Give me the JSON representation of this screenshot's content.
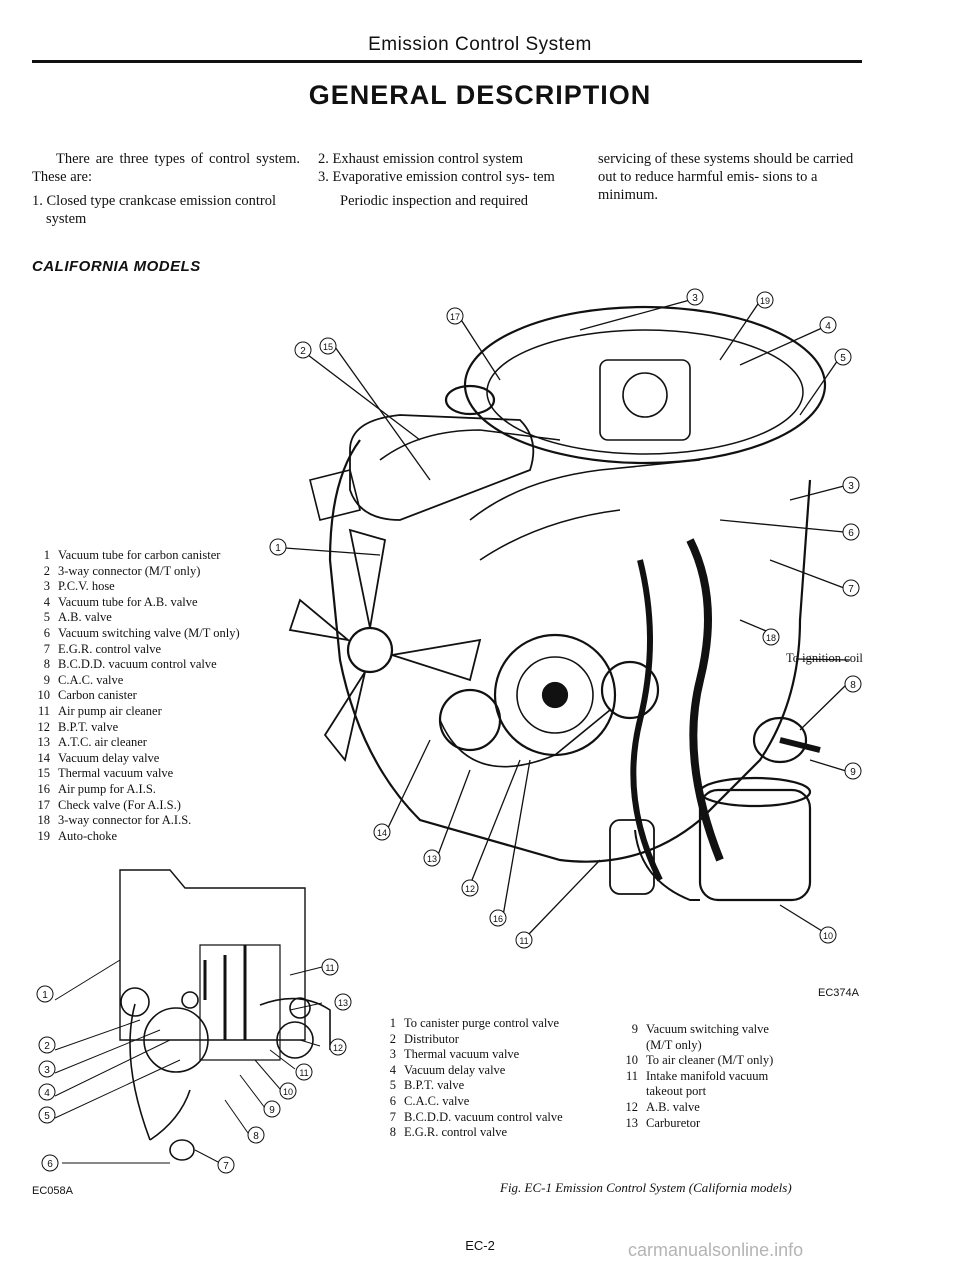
{
  "header": {
    "title": "Emission Control System"
  },
  "section_title": "GENERAL DESCRIPTION",
  "intro": {
    "col1": {
      "p1": "There are three types of control system. These are:",
      "item1": "1. Closed type crankcase emission control system"
    },
    "col2": {
      "item2": "2. Exhaust emission control system",
      "item3": "3. Evaporative emission control sys- tem",
      "p2": "Periodic inspection and required"
    },
    "col3": {
      "p3": "servicing of these systems should be carried out to reduce harmful emis- sions to a minimum."
    }
  },
  "subheading": "CALIFORNIA MODELS",
  "main_legend": [
    {
      "n": "1",
      "label": "Vacuum tube for carbon canister"
    },
    {
      "n": "2",
      "label": "3-way connector (M/T only)"
    },
    {
      "n": "3",
      "label": "P.C.V. hose"
    },
    {
      "n": "4",
      "label": "Vacuum tube for A.B. valve"
    },
    {
      "n": "5",
      "label": "A.B. valve"
    },
    {
      "n": "6",
      "label": "Vacuum switching valve (M/T only)"
    },
    {
      "n": "7",
      "label": "E.G.R. control valve"
    },
    {
      "n": "8",
      "label": "B.C.D.D. vacuum control valve"
    },
    {
      "n": "9",
      "label": "C.A.C. valve"
    },
    {
      "n": "10",
      "label": "Carbon canister"
    },
    {
      "n": "11",
      "label": "Air pump air cleaner"
    },
    {
      "n": "12",
      "label": "B.P.T. valve"
    },
    {
      "n": "13",
      "label": "A.T.C. air cleaner"
    },
    {
      "n": "14",
      "label": "Vacuum delay valve"
    },
    {
      "n": "15",
      "label": "Thermal vacuum valve"
    },
    {
      "n": "16",
      "label": "Air pump for A.I.S."
    },
    {
      "n": "17",
      "label": "Check valve (For A.I.S.)"
    },
    {
      "n": "18",
      "label": "3-way connector for A.I.S."
    },
    {
      "n": "19",
      "label": "Auto-choke"
    }
  ],
  "engine_callouts": {
    "n1": "1",
    "n2": "2",
    "n3": "3",
    "n4": "4",
    "n5": "5",
    "n6": "6",
    "n7": "7",
    "n8": "8",
    "n9": "9",
    "n10": "10",
    "n11": "11",
    "n12": "12",
    "n13": "13",
    "n14": "14",
    "n15": "15",
    "n16": "16",
    "n17": "17",
    "n18": "18",
    "n19": "19",
    "n3b": "3"
  },
  "ignition_label": "To ignition coil",
  "engine_code": "EC374A",
  "small_callouts": {
    "n1": "1",
    "n2": "2",
    "n3": "3",
    "n4": "4",
    "n5": "5",
    "n6": "6",
    "n7": "7",
    "n8": "8",
    "n9": "9",
    "n10": "10",
    "n11": "11",
    "n12": "12",
    "n13": "13",
    "n11b": "11"
  },
  "small_code": "EC058A",
  "small_legend_left": [
    {
      "n": "1",
      "label": "To canister purge control valve"
    },
    {
      "n": "2",
      "label": "Distributor"
    },
    {
      "n": "3",
      "label": "Thermal vacuum valve"
    },
    {
      "n": "4",
      "label": "Vacuum delay valve"
    },
    {
      "n": "5",
      "label": "B.P.T. valve"
    },
    {
      "n": "6",
      "label": "C.A.C. valve"
    },
    {
      "n": "7",
      "label": "B.C.D.D. vacuum control valve"
    },
    {
      "n": "8",
      "label": "E.G.R. control valve"
    }
  ],
  "small_legend_right": [
    {
      "n": "9",
      "label": "Vacuum switching valve"
    },
    {
      "n": "",
      "label": "(M/T only)"
    },
    {
      "n": "10",
      "label": "To air cleaner (M/T only)"
    },
    {
      "n": "11",
      "label": "Intake manifold vacuum"
    },
    {
      "n": "",
      "label": "takeout port"
    },
    {
      "n": "12",
      "label": "A.B. valve"
    },
    {
      "n": "13",
      "label": "Carburetor"
    }
  ],
  "caption": "Fig. EC-1 Emission Control System (California models)",
  "page_number": "EC-2",
  "watermark": "carmanualsonline.info"
}
